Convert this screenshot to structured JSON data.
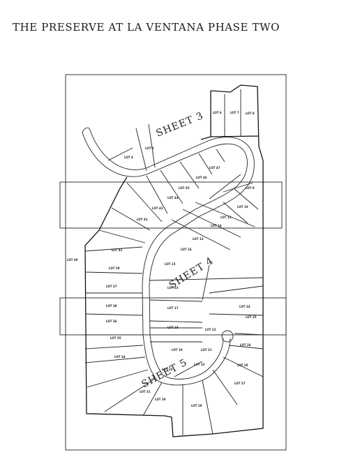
{
  "title": "THE PRESERVE AT LA VENTANA PHASE TWO",
  "sheets": [
    "SHEET 3",
    "SHEET 4",
    "SHEET 5"
  ],
  "lots": [
    {
      "id": "lot-4",
      "label": "LOT 4"
    },
    {
      "id": "lot-5",
      "label": "LOT 5"
    },
    {
      "id": "lot-6",
      "label": "LOT 6"
    },
    {
      "id": "lot-7",
      "label": "LOT 7"
    },
    {
      "id": "lot-8",
      "label": "LOT 8"
    },
    {
      "id": "lot-9",
      "label": "LOT 9"
    },
    {
      "id": "lot-10",
      "label": "LOT 10"
    },
    {
      "id": "lot-11",
      "label": "LOT 11"
    },
    {
      "id": "lot-12",
      "label": "LOT 12"
    },
    {
      "id": "lot-14",
      "label": "LOT 14"
    },
    {
      "id": "lot-15",
      "label": "LOT 15"
    },
    {
      "id": "lot-16",
      "label": "LOT 16"
    },
    {
      "id": "lot-17",
      "label": "LOT 17"
    },
    {
      "id": "lot-18",
      "label": "LOT 18"
    },
    {
      "id": "lot-19",
      "label": "LOT 19"
    },
    {
      "id": "lot-21",
      "label": "LOT 21"
    },
    {
      "id": "lot-22",
      "label": "LOT 22"
    },
    {
      "id": "lot-23",
      "label": "LOT 23"
    },
    {
      "id": "lot-24",
      "label": "LOT 24"
    },
    {
      "id": "lot-25",
      "label": "LOT 25"
    },
    {
      "id": "lot-26",
      "label": "LOT 26"
    },
    {
      "id": "lot-27",
      "label": "LOT 27"
    },
    {
      "id": "lot-28",
      "label": "LOT 28"
    },
    {
      "id": "lot-29",
      "label": "LOT 29"
    },
    {
      "id": "lot-30",
      "label": "LOT 30"
    },
    {
      "id": "lot-31",
      "label": "LOT 31"
    },
    {
      "id": "lot-32",
      "label": "LOT 32"
    },
    {
      "id": "lot-33",
      "label": "LOT 33"
    },
    {
      "id": "lot-34",
      "label": "LOT 34"
    },
    {
      "id": "lot-35",
      "label": "LOT 35"
    },
    {
      "id": "lot-36",
      "label": "LOT 36"
    },
    {
      "id": "lot-37",
      "label": "LOT 37"
    },
    {
      "id": "lot-38",
      "label": "LOT 38"
    },
    {
      "id": "lot-39",
      "label": "LOT 39"
    },
    {
      "id": "lot-40",
      "label": "LOT 40"
    },
    {
      "id": "lot-41",
      "label": "LOT 41"
    },
    {
      "id": "lot-42",
      "label": "LOT 42"
    },
    {
      "id": "lot-43",
      "label": "LOT 43"
    },
    {
      "id": "lot-44",
      "label": "LOT 44"
    },
    {
      "id": "lot-45",
      "label": "LOT 45"
    },
    {
      "id": "lot-46",
      "label": "LOT 46"
    },
    {
      "id": "lot-47",
      "label": "LOT 47"
    }
  ]
}
